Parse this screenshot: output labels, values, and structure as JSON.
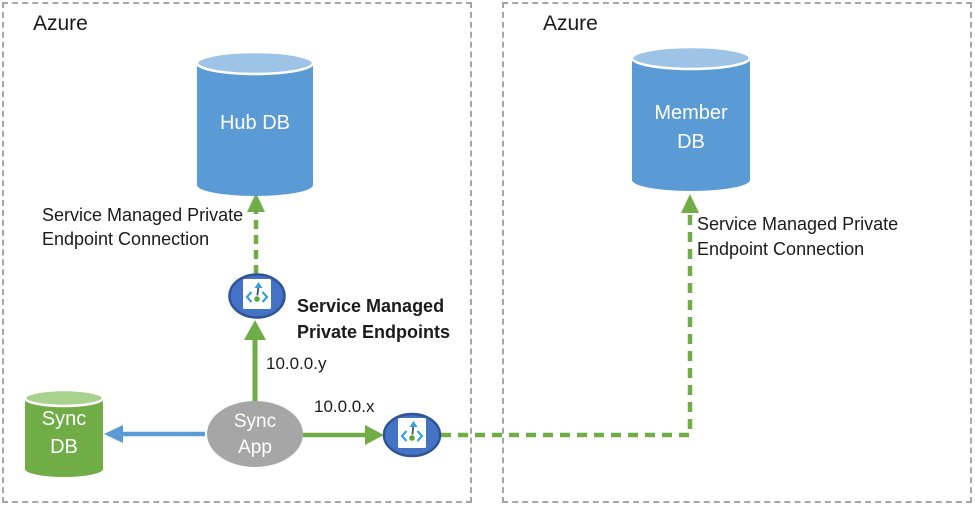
{
  "regions": {
    "left": {
      "label": "Azure"
    },
    "right": {
      "label": "Azure"
    }
  },
  "nodes": {
    "hub_db": {
      "label": "Hub DB"
    },
    "member_db": {
      "label": "Member\nDB"
    },
    "sync_db": {
      "label": "Sync\nDB"
    },
    "sync_app": {
      "label": "Sync\nApp"
    }
  },
  "labels": {
    "left_connection": "Service Managed Private\nEndpoint Connection",
    "right_connection": "Service Managed Private\nEndpoint Connection",
    "private_endpoints_title": "Service Managed\nPrivate Endpoints",
    "ip_y": "10.0.0.y",
    "ip_x": "10.0.0.x"
  },
  "colors": {
    "green": "#70ad47",
    "green_light": "#a9d18e",
    "blue": "#5b9bd5",
    "blue_light": "#9dc3e6",
    "endpoint_fill": "#4472c4",
    "endpoint_border": "#2f5597",
    "app_gray": "#a6a6a6",
    "border_gray": "#a6a6a6",
    "icon_blue": "#35a2da",
    "icon_green": "#5fa33a",
    "icon_dark": "#44546a",
    "white": "#ffffff"
  }
}
